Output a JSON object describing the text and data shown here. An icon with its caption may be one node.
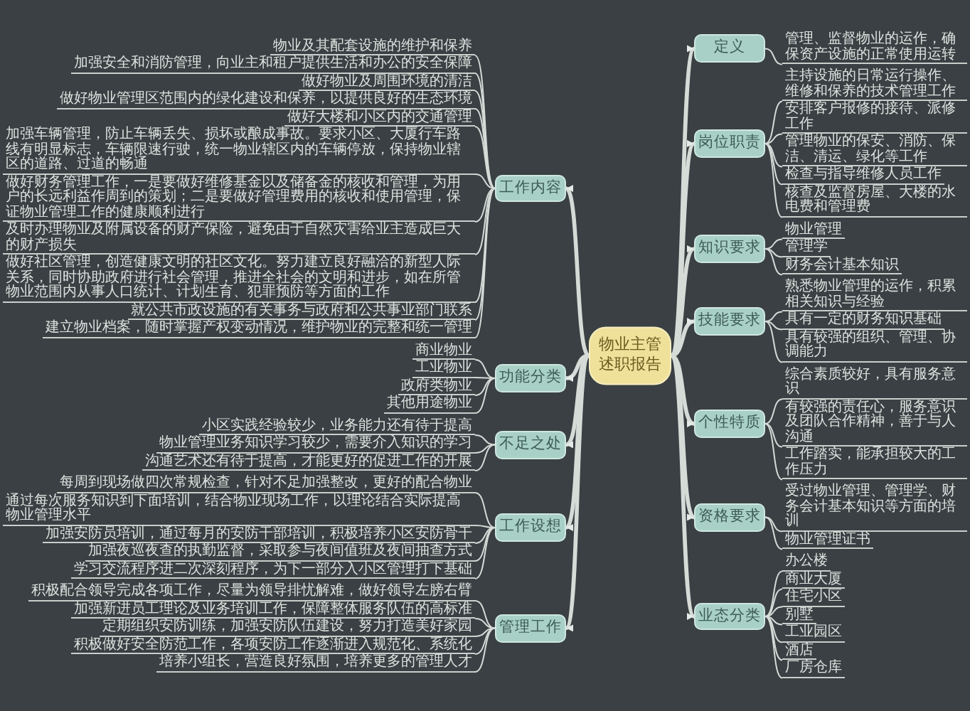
{
  "diagram": {
    "nodes": [
      {
        "text": [
          "物业主管述职报告"
        ]
      },
      {
        "text": [
          "工作内容"
        ]
      },
      {
        "text": [
          "物业及其配套设施的维护和保养"
        ]
      },
      {
        "text": [
          "加强安全和消防管理，向业主和租户提供生活和办公的安全保障"
        ]
      },
      {
        "text": [
          "做好物业及周围环境的清洁"
        ]
      },
      {
        "text": [
          "做好物业管理区范围内的绿化建设和保养，以提供良好的生态环境"
        ]
      },
      {
        "text": [
          "做好大楼和小区内的交通管理"
        ]
      },
      {
        "text": [
          "加强车辆管理，防止车辆丢失、损坏或酿成事故。要求小区、大厦行车路线有明显标志，车辆限速行驶，统一物业辖区内的车辆停放，保持物业辖区的道路、过道的畅通"
        ]
      },
      {
        "text": [
          "做好财务管理工作，一是要做好维修基金以及储备金的核收和管理，为用户的长远利益作周到的策划；二是要做好管理费用的核收和使用管理，保证物业管理工作的健康顺利进行"
        ]
      },
      {
        "text": [
          "及时办理物业及附属设备的财产保险，避免由于自然灾害给业主造成巨大的财产损失"
        ]
      },
      {
        "text": [
          "做好社区管理，创造健康文明的社区文化。努力建立良好融洽的新型人际关系，同时协助政府进行社会管理，推进全社会的文明和进步，如在所管物业范围内从事人口统计、计划生育、犯罪预防等方面的工作"
        ]
      },
      {
        "text": [
          "就公共市政设施的有关事务与政府和公共事业部门联系"
        ]
      },
      {
        "text": [
          "建立物业档案，随时掌握产权变动情况，维护物业的完整和统一管理"
        ]
      },
      {
        "text": [
          "业态分类"
        ]
      },
      {
        "text": [
          "办公楼"
        ]
      },
      {
        "text": [
          "商业大厦"
        ]
      },
      {
        "text": [
          "住宅小区"
        ]
      },
      {
        "text": [
          "别墅"
        ]
      },
      {
        "text": [
          "工业园区"
        ]
      },
      {
        "text": [
          "酒店"
        ]
      },
      {
        "text": [
          "厂房仓库"
        ]
      },
      {
        "text": [
          "功能分类"
        ]
      },
      {
        "text": [
          "商业物业"
        ]
      },
      {
        "text": [
          "工业物业"
        ]
      },
      {
        "text": [
          "政府类物业"
        ]
      },
      {
        "text": [
          "其他用途物业"
        ]
      },
      {
        "text": [
          "不足之处"
        ]
      },
      {
        "text": [
          "小区实践经验较少，业务能力还有待于提高"
        ]
      },
      {
        "text": [
          "物业管理业务知识学习较少，需要介入知识的学习"
        ]
      },
      {
        "text": [
          "沟通艺术还有待于提高，才能更好的促进工作的开展"
        ]
      },
      {
        "text": [
          "工作设想"
        ]
      },
      {
        "text": [
          "每周到现场做四次常规检查，针对不足加强整改，更好的配合物业"
        ]
      },
      {
        "text": [
          "通过每次服务知识到下面培训，结合物业现场工作，以理论结合实际提高物业管理水平"
        ]
      },
      {
        "text": [
          "加强安防员培训，通过每月的安防干部培训，积极培养小区安防骨干"
        ]
      },
      {
        "text": [
          "加强夜巡夜查的执勤监督，采取参与夜间值班及夜间抽查方式"
        ]
      },
      {
        "text": [
          "学习交流程序进二次深刻程序，为下一部分入小区管理打下基础"
        ]
      },
      {
        "text": [
          "管理工作"
        ]
      },
      {
        "text": [
          "积极配合领导完成各项工作，尽量为领导排忧解难，做好领导左膀右臂"
        ]
      },
      {
        "text": [
          "加强新进员工理论及业务培训工作，保障整体服务队伍的高标准"
        ]
      },
      {
        "text": [
          "定期组织安防训练，加强安防队伍建设，努力打造美好家园"
        ]
      },
      {
        "text": [
          "积极做好安全防范工作，各项安防工作逐渐进入规范化、系统化"
        ]
      },
      {
        "text": [
          "培养小组长，营造良好氛围，培养更多的管理人才"
        ]
      },
      {
        "text": [
          "定义"
        ]
      },
      {
        "text": [
          "管理、监督物业的运作，确保资产设施的正常使用运转"
        ]
      },
      {
        "text": [
          "岗位职责"
        ]
      },
      {
        "text": [
          "主持设施的日常运行操作、维修和保养的技术管理工作"
        ]
      },
      {
        "text": [
          "安排客户报修的接待、派修工作"
        ]
      },
      {
        "text": [
          "管理物业的保安、消防、保洁、清运、绿化等工作"
        ]
      },
      {
        "text": [
          "检查与指导维修人员工作"
        ]
      },
      {
        "text": [
          "核查及监督房屋、大楼的水电费和管理费"
        ]
      },
      {
        "text": [
          "知识要求"
        ]
      },
      {
        "text": [
          "物业管理"
        ]
      },
      {
        "text": [
          "管理学"
        ]
      },
      {
        "text": [
          "财务会计基本知识"
        ]
      },
      {
        "text": [
          "技能要求"
        ]
      },
      {
        "text": [
          "熟悉物业管理的运作，积累相关知识与经验"
        ]
      },
      {
        "text": [
          "具有一定的财务知识基础"
        ]
      },
      {
        "text": [
          "具有较强的组织、管理、协调能力"
        ]
      },
      {
        "text": [
          "个性特质"
        ]
      },
      {
        "text": [
          "综合素质较好，具有服务意识"
        ]
      },
      {
        "text": [
          "有较强的责任心，服务意识及团队合作精神，善于与人沟通"
        ]
      },
      {
        "text": [
          "工作踏实，能承担较大的工作压力"
        ]
      },
      {
        "text": [
          "资格要求"
        ]
      },
      {
        "text": [
          "受过物业管理、管理学、财务会计基本知识等方面的培训"
        ]
      },
      {
        "text": [
          "物业管理证书"
        ]
      }
    ],
    "edges": [
      {
        "from": 0,
        "to": 1,
        "arrow": "to",
        "style": "thick"
      },
      {
        "from": 0,
        "to": 13,
        "arrow": "to",
        "style": "thick"
      },
      {
        "from": 0,
        "to": 21,
        "arrow": "to",
        "style": "thick"
      },
      {
        "from": 0,
        "to": 26,
        "arrow": "to",
        "style": "thick"
      },
      {
        "from": 0,
        "to": 30,
        "arrow": "to",
        "style": "thick"
      },
      {
        "from": 0,
        "to": 36,
        "arrow": "to",
        "style": "thick"
      },
      {
        "from": 0,
        "to": 42,
        "arrow": "to",
        "style": "thick"
      },
      {
        "from": 0,
        "to": 44,
        "arrow": "to",
        "style": "thick"
      },
      {
        "from": 0,
        "to": 50,
        "arrow": "to",
        "style": "thick"
      },
      {
        "from": 0,
        "to": 54,
        "arrow": "to",
        "style": "thick"
      },
      {
        "from": 0,
        "to": 58,
        "arrow": "to",
        "style": "thick"
      },
      {
        "from": 0,
        "to": 62,
        "arrow": "to",
        "style": "thick"
      },
      {
        "from": 1,
        "to": 2,
        "arrow": "none"
      },
      {
        "from": 1,
        "to": 3,
        "arrow": "none"
      },
      {
        "from": 1,
        "to": 4,
        "arrow": "none"
      },
      {
        "from": 1,
        "to": 5,
        "arrow": "none"
      },
      {
        "from": 1,
        "to": 6,
        "arrow": "none"
      },
      {
        "from": 1,
        "to": 7,
        "arrow": "none"
      },
      {
        "from": 1,
        "to": 8,
        "arrow": "none"
      },
      {
        "from": 1,
        "to": 9,
        "arrow": "none"
      },
      {
        "from": 1,
        "to": 10,
        "arrow": "none"
      },
      {
        "from": 1,
        "to": 11,
        "arrow": "none"
      },
      {
        "from": 1,
        "to": 12,
        "arrow": "none"
      },
      {
        "from": 13,
        "to": 14,
        "arrow": "none"
      },
      {
        "from": 13,
        "to": 15,
        "arrow": "none"
      },
      {
        "from": 13,
        "to": 16,
        "arrow": "none"
      },
      {
        "from": 13,
        "to": 17,
        "arrow": "none"
      },
      {
        "from": 13,
        "to": 18,
        "arrow": "none"
      },
      {
        "from": 13,
        "to": 19,
        "arrow": "none"
      },
      {
        "from": 13,
        "to": 20,
        "arrow": "none"
      },
      {
        "from": 21,
        "to": 22,
        "arrow": "none"
      },
      {
        "from": 21,
        "to": 23,
        "arrow": "none"
      },
      {
        "from": 21,
        "to": 24,
        "arrow": "none"
      },
      {
        "from": 21,
        "to": 25,
        "arrow": "none"
      },
      {
        "from": 26,
        "to": 27,
        "arrow": "none"
      },
      {
        "from": 26,
        "to": 28,
        "arrow": "none"
      },
      {
        "from": 26,
        "to": 29,
        "arrow": "none"
      },
      {
        "from": 30,
        "to": 31,
        "arrow": "none"
      },
      {
        "from": 30,
        "to": 32,
        "arrow": "none"
      },
      {
        "from": 30,
        "to": 33,
        "arrow": "none"
      },
      {
        "from": 30,
        "to": 34,
        "arrow": "none"
      },
      {
        "from": 30,
        "to": 35,
        "arrow": "none"
      },
      {
        "from": 36,
        "to": 37,
        "arrow": "none"
      },
      {
        "from": 36,
        "to": 38,
        "arrow": "none"
      },
      {
        "from": 36,
        "to": 39,
        "arrow": "none"
      },
      {
        "from": 36,
        "to": 40,
        "arrow": "none"
      },
      {
        "from": 36,
        "to": 41,
        "arrow": "none"
      },
      {
        "from": 42,
        "to": 43,
        "arrow": "none"
      },
      {
        "from": 44,
        "to": 45,
        "arrow": "none"
      },
      {
        "from": 44,
        "to": 46,
        "arrow": "none"
      },
      {
        "from": 44,
        "to": 47,
        "arrow": "none"
      },
      {
        "from": 44,
        "to": 48,
        "arrow": "none"
      },
      {
        "from": 44,
        "to": 49,
        "arrow": "none"
      },
      {
        "from": 50,
        "to": 51,
        "arrow": "none"
      },
      {
        "from": 50,
        "to": 52,
        "arrow": "none"
      },
      {
        "from": 50,
        "to": 53,
        "arrow": "none"
      },
      {
        "from": 54,
        "to": 55,
        "arrow": "none"
      },
      {
        "from": 54,
        "to": 56,
        "arrow": "none"
      },
      {
        "from": 54,
        "to": 57,
        "arrow": "none"
      },
      {
        "from": 58,
        "to": 59,
        "arrow": "none"
      },
      {
        "from": 58,
        "to": 60,
        "arrow": "none"
      },
      {
        "from": 58,
        "to": 61,
        "arrow": "none"
      },
      {
        "from": 62,
        "to": 63,
        "arrow": "none"
      },
      {
        "from": 62,
        "to": 64,
        "arrow": "none"
      }
    ]
  }
}
